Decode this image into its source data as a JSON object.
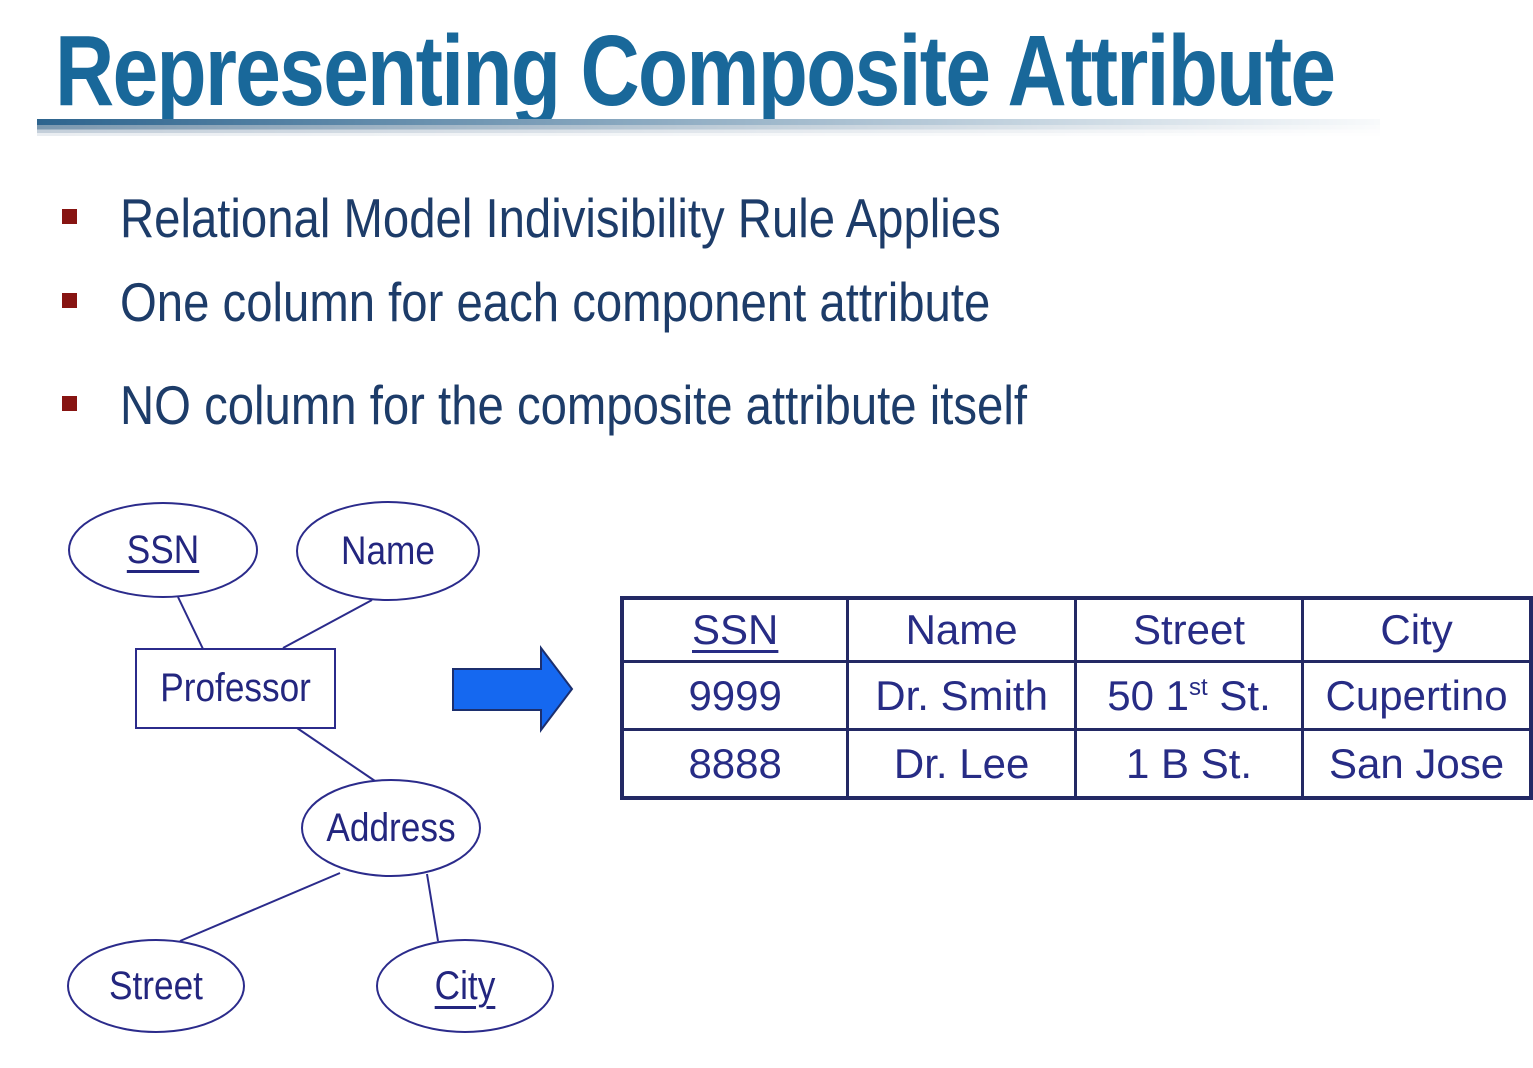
{
  "slide": {
    "title": "Representing Composite Attribute",
    "bullets": [
      "Relational Model Indivisibility Rule Applies",
      "One column for each component attribute",
      "NO column for the composite attribute itself"
    ]
  },
  "diagram": {
    "entity": "Professor",
    "attributes": {
      "ssn": "SSN",
      "name": "Name",
      "address": "Address",
      "street": "Street",
      "city": "City"
    },
    "key_attributes": [
      "SSN",
      "City"
    ]
  },
  "table": {
    "headers": [
      "SSN",
      "Name",
      "Street",
      "City"
    ],
    "rows": [
      [
        "9999",
        "Dr. Smith",
        {
          "pre": "50 1",
          "sup": "st",
          "post": " St."
        },
        "Cupertino"
      ],
      [
        "8888",
        "Dr. Lee",
        "1 B St.",
        "San Jose"
      ]
    ]
  },
  "colors": {
    "title": "#19689a",
    "bullet_marker": "#871412",
    "body_text": "#1d3c69",
    "diagram_ink": "#2b2b8b",
    "diagram_text": "#23267f",
    "table_border": "#232964",
    "table_text": "#272c85",
    "arrow_fill": "#1568f0"
  }
}
